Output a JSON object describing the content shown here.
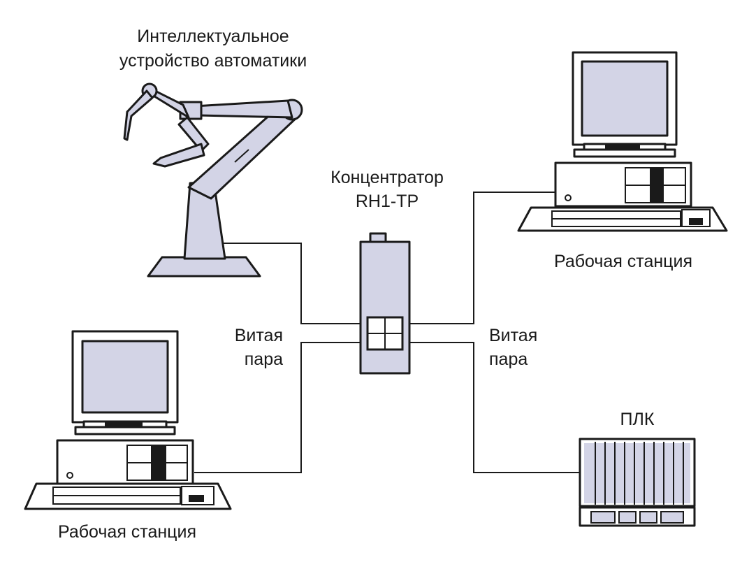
{
  "labels": {
    "robot_line1": "Интеллектуальное",
    "robot_line2": "устройство автоматики",
    "hub_line1": "Концентратор",
    "hub_line2": "RH1-TP",
    "workstation_right": "Рабочая станция",
    "workstation_left": "Рабочая станция",
    "twisted_pair_left_line1": "Витая",
    "twisted_pair_left_line2": "пара",
    "twisted_pair_right_line1": "Витая",
    "twisted_pair_right_line2": "пара",
    "plc": "ПЛК"
  },
  "colors": {
    "device_fill": "#d3d4e6",
    "outline": "#1a1a1a",
    "background": "#ffffff"
  },
  "icons": {
    "robot": "robot-arm-icon",
    "hub": "hub-icon",
    "workstation": "computer-workstation-icon",
    "plc": "plc-rack-icon"
  }
}
